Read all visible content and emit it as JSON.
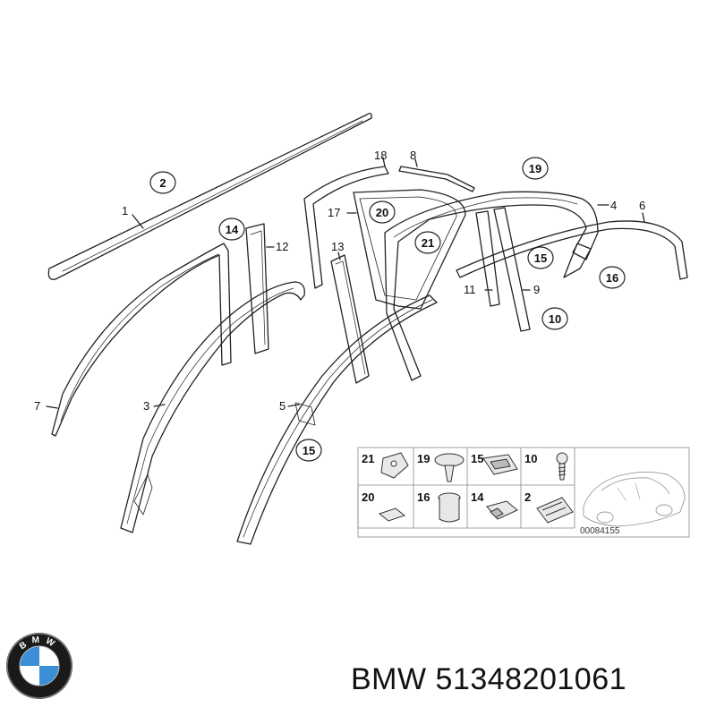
{
  "diagram": {
    "code": "00084155",
    "callouts": {
      "n1": "1",
      "n2": "2",
      "n3": "3",
      "n4": "4",
      "n5": "5",
      "n6": "6",
      "n7": "7",
      "n8": "8",
      "n9": "9",
      "n10": "10",
      "n11": "11",
      "n12": "12",
      "n13": "13",
      "n14": "14",
      "n15a": "15",
      "n15b": "15",
      "n16": "16",
      "n17": "17",
      "n18": "18",
      "n19": "19",
      "n20": "20",
      "n21": "21"
    },
    "legend": {
      "c1": "21",
      "c2": "19",
      "c3": "15",
      "c4": "10",
      "c5": "20",
      "c6": "16",
      "c7": "14",
      "c8": "2"
    }
  },
  "brand": {
    "logo_letters": "BMW",
    "part_text": "BMW 51348201061"
  },
  "colors": {
    "line": "#222222",
    "logo_blue": "#3a8fd6",
    "logo_ring": "#1a1a1a"
  }
}
